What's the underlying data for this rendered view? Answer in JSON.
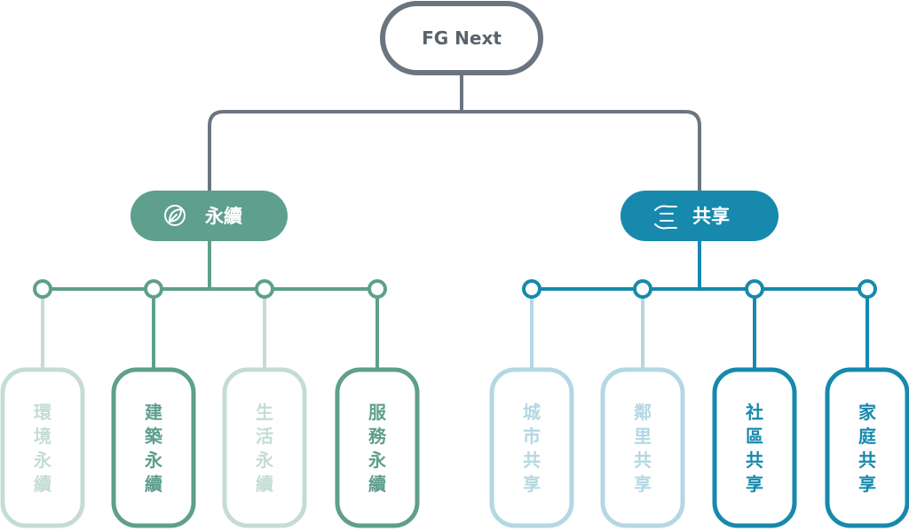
{
  "root": {
    "label": "FG Next"
  },
  "colors": {
    "root_stroke": "#6b7580",
    "root_text": "#5a636c",
    "green_dark": "#5e9f8d",
    "green_light": "#c4ddd4",
    "blue_dark": "#1689ad",
    "blue_light": "#b4d7e3",
    "white": "#ffffff"
  },
  "branches": [
    {
      "label": "永續",
      "icon": "leaf-icon",
      "theme": "green",
      "children": [
        {
          "label": "環境永續",
          "state": "inactive"
        },
        {
          "label": "建築永續",
          "state": "active"
        },
        {
          "label": "生活永續",
          "state": "inactive"
        },
        {
          "label": "服務永續",
          "state": "active"
        }
      ]
    },
    {
      "label": "共享",
      "icon": "hands-icon",
      "theme": "blue",
      "children": [
        {
          "label": "城市共享",
          "state": "inactive"
        },
        {
          "label": "鄰里共享",
          "state": "inactive"
        },
        {
          "label": "社區共享",
          "state": "active"
        },
        {
          "label": "家庭共享",
          "state": "active"
        }
      ]
    }
  ]
}
